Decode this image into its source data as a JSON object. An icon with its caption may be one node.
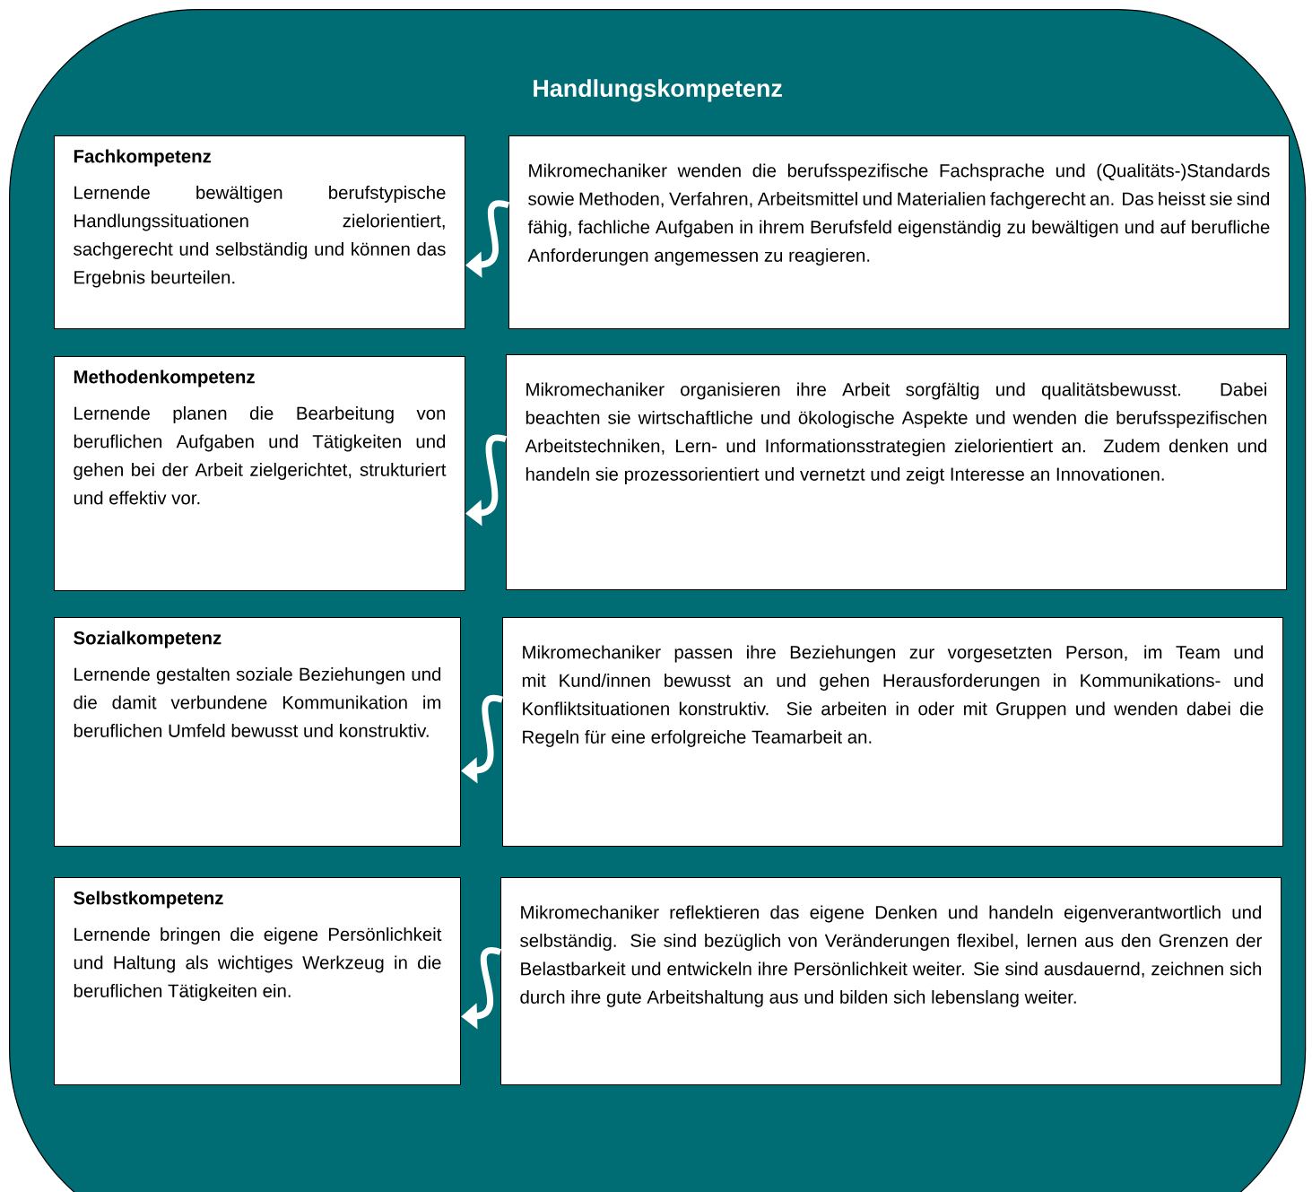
{
  "diagram": {
    "nodes": [
      {
        "text": [
          "Handlungskompetenz"
        ]
      },
      {
        "text": [
          "Fachkompetenz",
          "Lernende bewältigen berufstypische Handlungssituationen zielorientiert, sachgerecht und selbständig und können das Ergebnis beurteilen."
        ],
        "in": 0
      },
      {
        "text": [
          "Mikromechaniker wenden die berufsspezifische Fachsprache und (Qualitäts-)Standards sowie Methoden, Verfahren, Arbeitsmittel und Materialien fachgerecht an. Das heisst sie sind fähig, fachliche Aufgaben in ihrem Berufsfeld eigenständig zu bewältigen und auf berufliche Anforderungen angemessen zu reagieren."
        ],
        "in": 0
      },
      {
        "text": [
          "Methodenkompetenz",
          "Lernende planen die Bearbeitung von beruflichen Aufgaben und Tätigkeiten und gehen bei der Arbeit zielgerichtet, strukturiert und effektiv vor."
        ],
        "in": 0
      },
      {
        "text": [
          "Mikromechaniker organisieren ihre Arbeit sorgfältig und qualitätsbewusst. Dabei beachten sie wirtschaftliche und ökologische Aspekte und wenden die berufsspezifischen Arbeitstechniken, Lern- und Informationsstrategien zielorientiert an. Zudem denken und handeln sie prozessorientiert und vernetzt und zeigt Interesse an Innovationen."
        ],
        "in": 0
      },
      {
        "text": [
          "Sozialkompetenz",
          "Lernende gestalten soziale Beziehungen und die damit verbundene Kommunikation im beruflichen Umfeld bewusst und konstruktiv."
        ],
        "in": 0
      },
      {
        "text": [
          "Mikromechaniker passen ihre Beziehungen zur vorgesetzten Person, im Team und mit Kund/innen bewusst an und gehen Herausforderungen in Kommunikations- und Konfliktsituationen konstruktiv. Sie arbeiten in oder mit Gruppen und wenden dabei die Regeln für eine erfolgreiche Teamarbeit an."
        ],
        "in": 0
      },
      {
        "text": [
          "Selbstkompetenz",
          "Lernende bringen die eigene Persönlichkeit und Haltung als wichtiges Werkzeug in die beruflichen Tätigkeiten ein."
        ],
        "in": 0
      },
      {
        "text": [
          "Mikromechaniker reflektieren das eigene Denken und handeln eigenverantwortlich und selbständig. Sie sind bezüglich von Veränderungen flexibel, lernen aus den Grenzen der Belastbarkeit und entwickeln ihre Persönlichkeit weiter. Sie sind ausdauernd, zeichnen sich durch ihre gute Arbeitshaltung aus und bilden sich lebenslang weiter."
        ],
        "in": 0
      }
    ],
    "edges": [
      {
        "from": 2,
        "to": 1,
        "arrow": "to"
      },
      {
        "from": 4,
        "to": 3,
        "arrow": "to"
      },
      {
        "from": 6,
        "to": 5,
        "arrow": "to"
      },
      {
        "from": 8,
        "to": 7,
        "arrow": "to"
      }
    ]
  }
}
